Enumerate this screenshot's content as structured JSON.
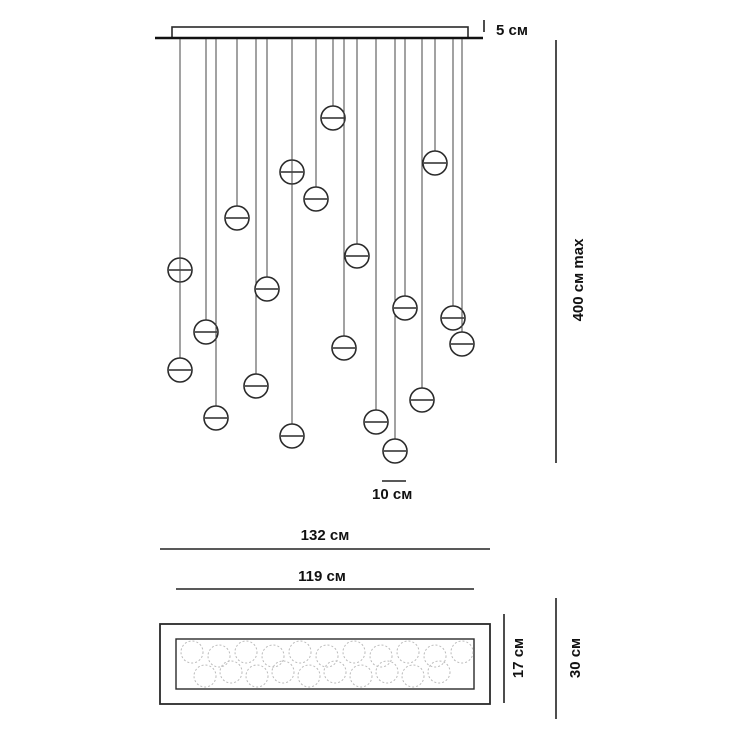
{
  "labels": {
    "canopy_height": "5 см",
    "max_length": "400 см max",
    "ball_diameter": "10 см",
    "outer_length": "132 см",
    "inner_length": "119 см",
    "inner_width": "17 см",
    "outer_width": "30 см"
  },
  "colors": {
    "ink": "#2a2a2a",
    "cord": "#444444",
    "ghost": "#bbbbbb"
  }
}
